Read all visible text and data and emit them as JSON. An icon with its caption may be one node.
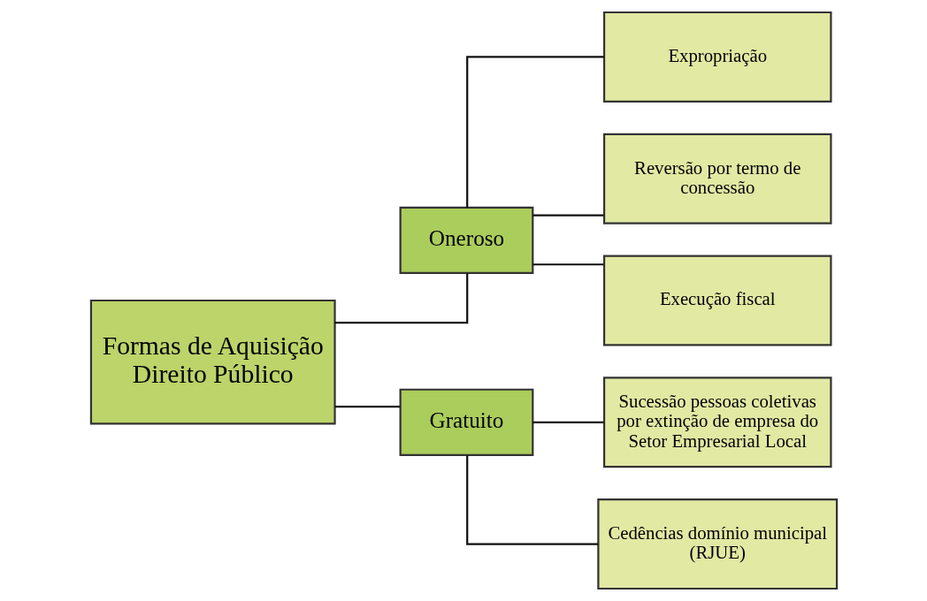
{
  "diagram": {
    "nodes": [
      {
        "text": [
          "Formas de Aquisição Direito Público"
        ]
      },
      {
        "text": [
          "Oneroso"
        ]
      },
      {
        "text": [
          "Gratuito"
        ]
      },
      {
        "text": [
          "Expropriação"
        ]
      },
      {
        "text": [
          "Reversão por termo de concessão"
        ]
      },
      {
        "text": [
          "Execução fiscal"
        ]
      },
      {
        "text": [
          "Sucessão pessoas coletivas por extinção de empresa do Setor Empresarial Local"
        ]
      },
      {
        "text": [
          "Cedências domínio municipal (RJUE)"
        ]
      }
    ],
    "edges": [
      {
        "from": 0,
        "to": 1,
        "arrow": "none"
      },
      {
        "from": 0,
        "to": 2,
        "arrow": "none"
      },
      {
        "from": 1,
        "to": 3,
        "arrow": "none"
      },
      {
        "from": 1,
        "to": 4,
        "arrow": "none"
      },
      {
        "from": 1,
        "to": 5,
        "arrow": "none"
      },
      {
        "from": 2,
        "to": 6,
        "arrow": "none"
      },
      {
        "from": 2,
        "to": 7,
        "arrow": "none"
      }
    ]
  }
}
